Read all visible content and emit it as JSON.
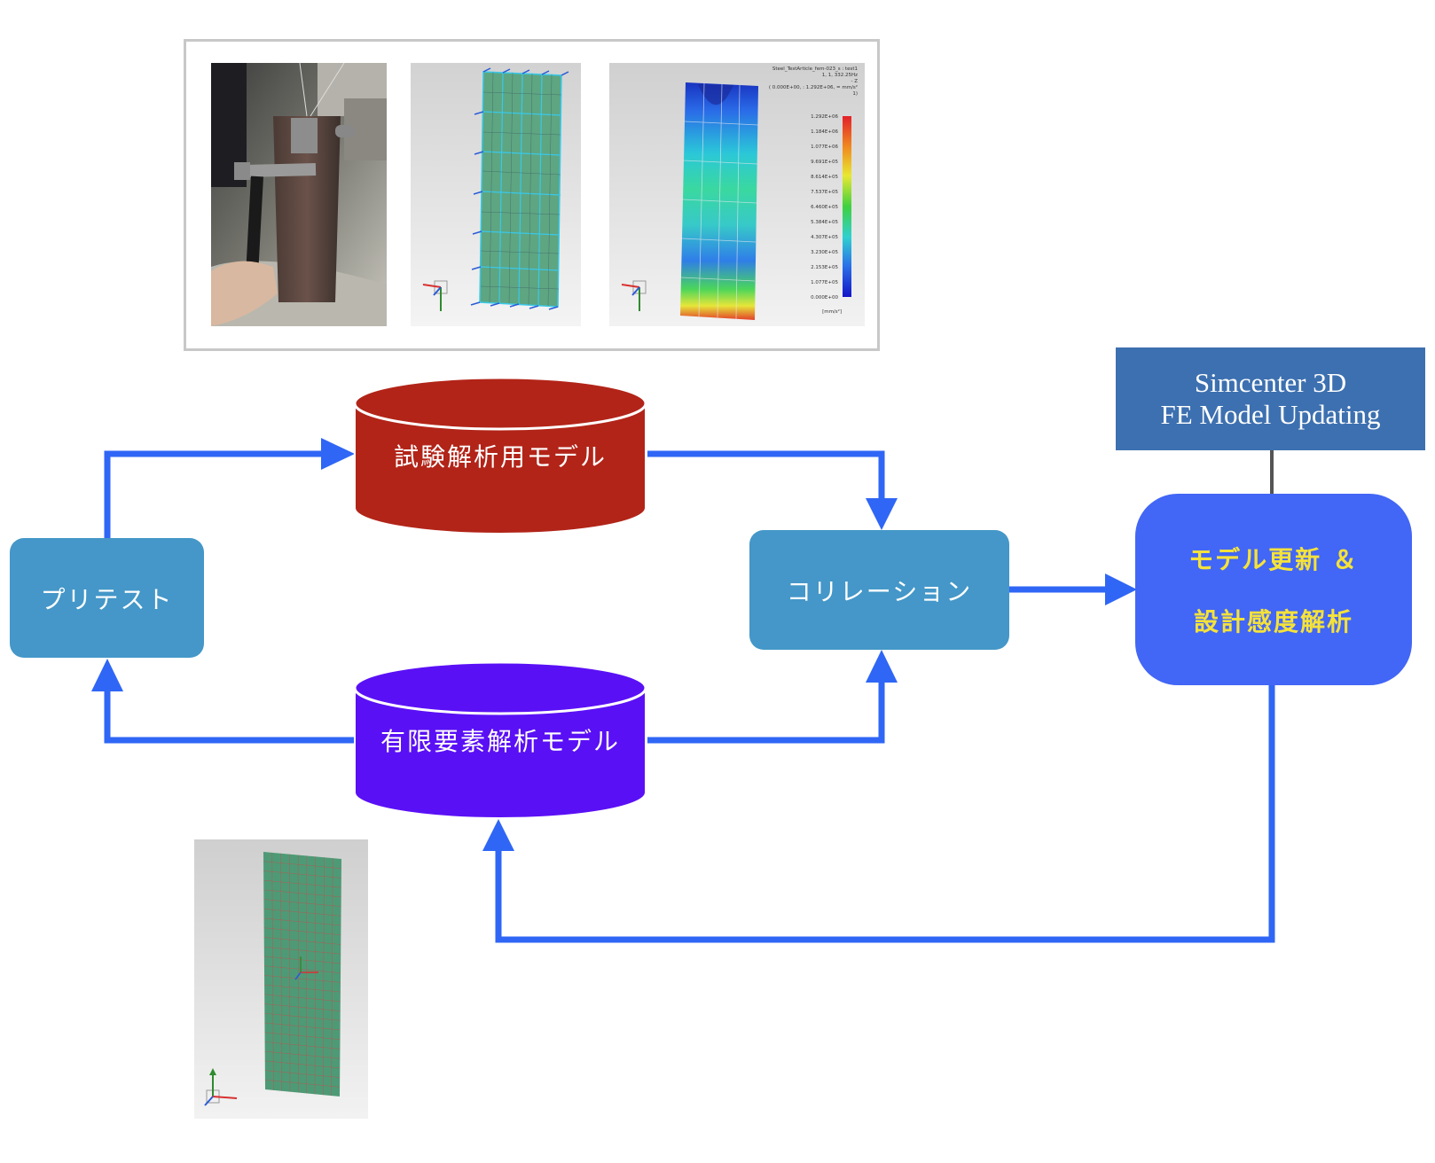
{
  "diagram": {
    "nodes": {
      "pretest": "プリテスト",
      "test_model": "試験解析用モデル",
      "fe_model": "有限要素解析モデル",
      "correlation": "コリレーション",
      "update_line1": "モデル更新 ＆",
      "update_line2": "設計感度解析"
    },
    "callout": {
      "line1": "Simcenter 3D",
      "line2": "FE Model Updating"
    },
    "colors": {
      "arrow": "#2f66f5",
      "process_box": "#4497c8",
      "test_model_cylinder": "#b22418",
      "fe_model_cylinder": "#5a10f5",
      "update_box": "#4266f5",
      "update_text": "#f5e23a",
      "callout_box": "#3d70b0"
    }
  },
  "images": {
    "photo_panel_items": [
      "test-plate-photo",
      "test-wireframe-mesh",
      "mode-shape-contour"
    ],
    "contour_header": [
      "Steel_TestArticle_fem-023_s : test1",
      "1, 1, 332.25Hz",
      "- Z",
      "( 0.000E+00, : 1.292E+06, = mm/s²",
      "1)"
    ],
    "legend_values": [
      "1.292E+06",
      "1.184E+06",
      "1.077E+06",
      "9.691E+05",
      "8.614E+05",
      "7.537E+05",
      "6.460E+05",
      "5.384E+05",
      "4.307E+05",
      "3.230E+05",
      "2.153E+05",
      "1.077E+05",
      "0.000E+00"
    ],
    "legend_unit": "[mm/s²]"
  }
}
